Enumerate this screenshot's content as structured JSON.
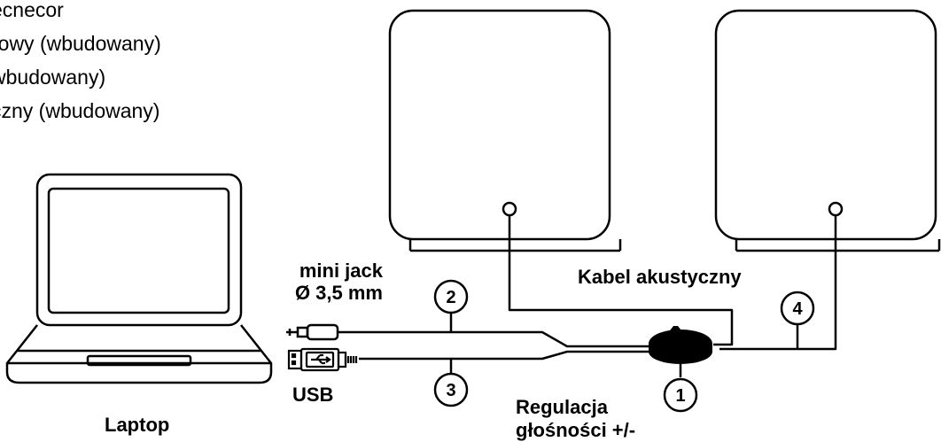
{
  "intro_lines": [
    "ecnecor",
    "rowy (wbudowany)",
    "wbudowany)",
    "czny (wbudowany)"
  ],
  "labels": {
    "mini_jack_line1": "mini jack",
    "mini_jack_line2": "Ø 3,5 mm",
    "usb": "USB",
    "laptop": "Laptop",
    "speaker_cable": "Kabel akustyczny",
    "volume_line1": "Regulacja",
    "volume_line2": "głośności +/-"
  },
  "callouts": [
    "1",
    "2",
    "3",
    "4"
  ]
}
